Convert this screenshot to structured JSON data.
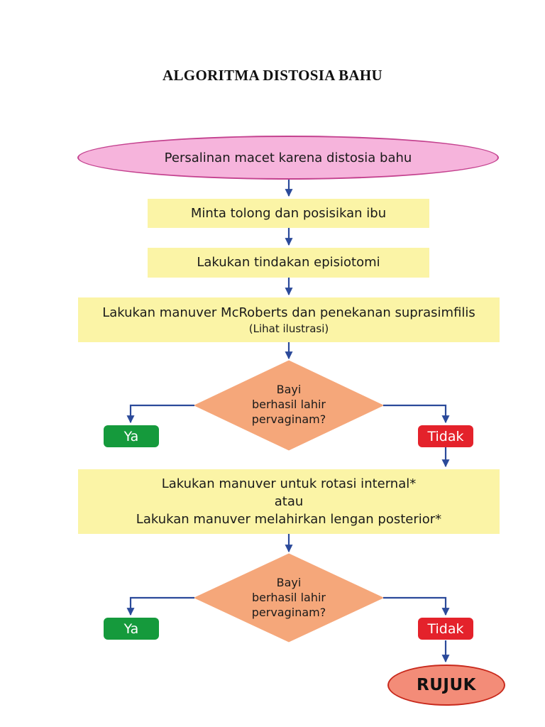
{
  "title": "ALGORITMA DISTOSIA BAHU",
  "start": "Persalinan macet karena distosia bahu",
  "steps": {
    "s1": "Minta tolong dan posisikan ibu",
    "s2": "Lakukan tindakan episiotomi",
    "s3_line1": "Lakukan manuver McRoberts dan penekanan suprasimfilis",
    "s3_line2": "(Lihat ilustrasi)",
    "s4_line1": "Lakukan manuver untuk rotasi internal*",
    "s4_line2": "atau",
    "s4_line3": "Lakukan manuver melahirkan lengan posterior*"
  },
  "decisions": {
    "d1": {
      "line1": "Bayi",
      "line2": "berhasil lahir",
      "line3": "pervaginam?"
    },
    "d2": {
      "line1": "Bayi",
      "line2": "berhasil lahir",
      "line3": "pervaginam?"
    }
  },
  "answers": {
    "yes": "Ya",
    "no": "Tidak"
  },
  "end": "RUJUK",
  "colors": {
    "step_fill": "#fbf4a6",
    "start_fill": "#f6b4dc",
    "decision_fill": "#f5a77a",
    "yes_fill": "#159a3c",
    "no_fill": "#e4222b",
    "end_fill": "#f38c78",
    "arrow": "#2b4a9a"
  }
}
